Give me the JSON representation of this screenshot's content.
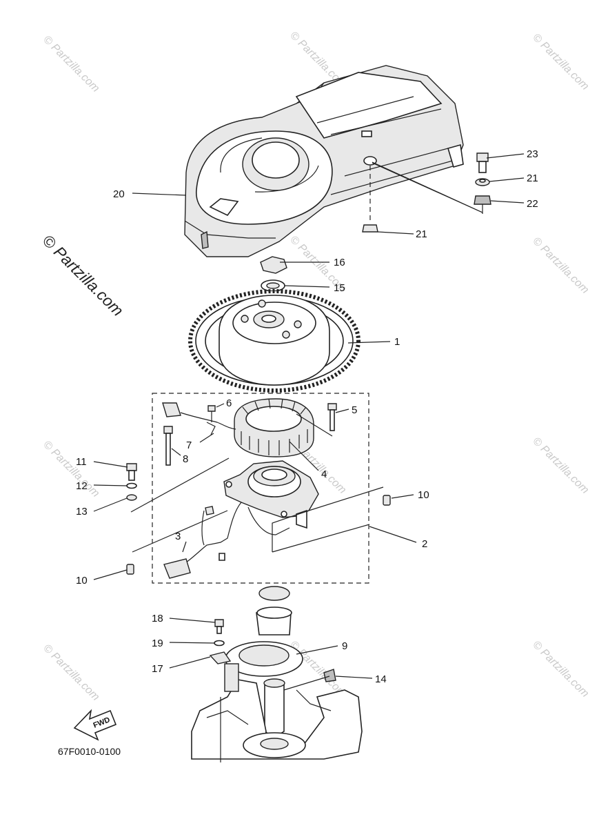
{
  "watermark": {
    "small": "© Partzilla.com",
    "big": "© Partzilla.com"
  },
  "diagram_code": "67F0010-0100",
  "fwd_label": "FWD",
  "callouts": {
    "c1": "1",
    "c2": "2",
    "c3": "3",
    "c4": "4",
    "c5": "5",
    "c6": "6",
    "c7": "7",
    "c8": "8",
    "c9": "9",
    "c10a": "10",
    "c10b": "10",
    "c11": "11",
    "c12": "12",
    "c13": "13",
    "c14": "14",
    "c15": "15",
    "c16": "16",
    "c17": "17",
    "c18": "18",
    "c19": "19",
    "c20": "20",
    "c21a": "21",
    "c21b": "21",
    "c22": "22",
    "c23": "23"
  }
}
